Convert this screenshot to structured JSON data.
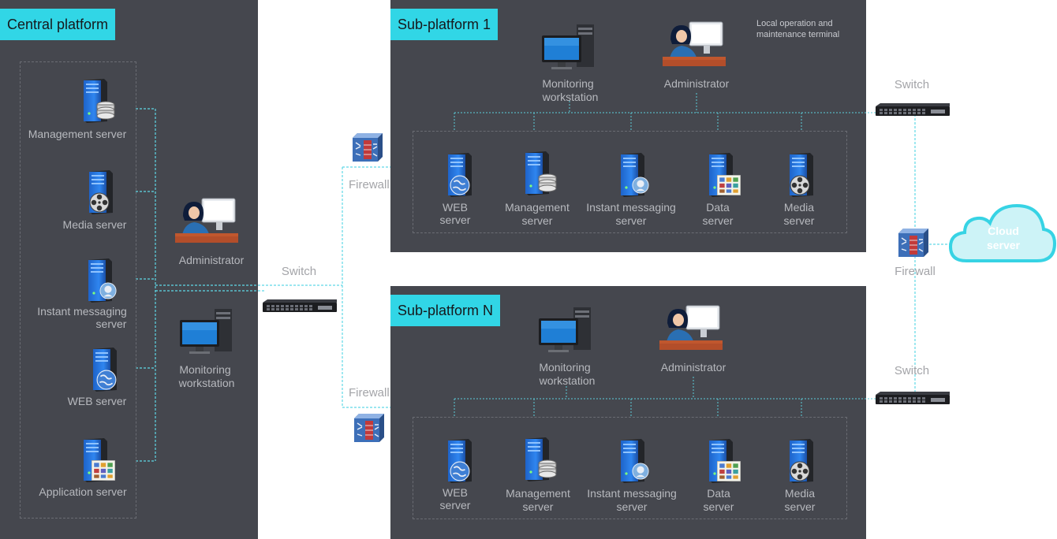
{
  "central": {
    "title": "Central platform",
    "servers": [
      {
        "label": "Management server",
        "icon": "management-server-icon"
      },
      {
        "label": "Media server",
        "icon": "media-server-icon"
      },
      {
        "label": "Instant messaging server",
        "line1": "Instant messaging",
        "line2": "server",
        "icon": "instant-messaging-server-icon"
      },
      {
        "label": "WEB server",
        "icon": "web-server-icon"
      },
      {
        "label": "Application server",
        "icon": "application-server-icon"
      }
    ],
    "administrator": "Administrator",
    "workstation_line1": "Monitoring",
    "workstation_line2": "workstation"
  },
  "middle": {
    "switch": "Switch",
    "firewall_top": "Firewall",
    "firewall_bottom": "Firewall"
  },
  "sub1": {
    "title": "Sub-platform 1",
    "note_line1": "Local operation and",
    "note_line2": "maintenance terminal",
    "workstation_line1": "Monitoring",
    "workstation_line2": "workstation",
    "administrator": "Administrator",
    "servers": [
      {
        "line1": "WEB",
        "line2": "server",
        "icon": "web-server-icon"
      },
      {
        "line1": "Management",
        "line2": "server",
        "icon": "management-server-icon"
      },
      {
        "line1": "Instant messaging",
        "line2": "server",
        "icon": "instant-messaging-server-icon"
      },
      {
        "line1": "Data",
        "line2": "server",
        "icon": "data-server-icon"
      },
      {
        "line1": "Media",
        "line2": "server",
        "icon": "media-server-icon"
      }
    ]
  },
  "subN": {
    "title": "Sub-platform N",
    "workstation_line1": "Monitoring",
    "workstation_line2": "workstation",
    "administrator": "Administrator",
    "servers": [
      {
        "line1": "WEB",
        "line2": "server",
        "icon": "web-server-icon"
      },
      {
        "line1": "Management",
        "line2": "server",
        "icon": "management-server-icon"
      },
      {
        "line1": "Instant messaging",
        "line2": "server",
        "icon": "instant-messaging-server-icon"
      },
      {
        "line1": "Data",
        "line2": "server",
        "icon": "data-server-icon"
      },
      {
        "line1": "Media",
        "line2": "server",
        "icon": "media-server-icon"
      }
    ]
  },
  "right": {
    "switch_top": "Switch",
    "switch_bottom": "Switch",
    "firewall": "Firewall",
    "cloud_line1": "Cloud",
    "cloud_line2": "server"
  },
  "colors": {
    "panel": "#45474e",
    "accent": "#31d6e6",
    "wire": "#5fd8e6"
  }
}
